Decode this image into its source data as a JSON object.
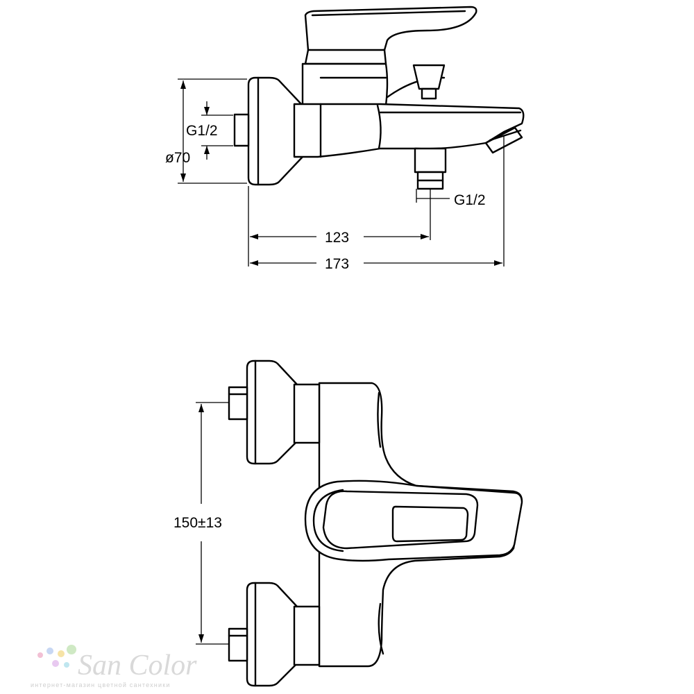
{
  "dimensions": {
    "side_inlet_thread": "G1/2",
    "side_flange_diameter": "ø70",
    "outlet_thread": "G1/2",
    "length_to_outlet": "123",
    "total_length": "173",
    "inlet_spacing": "150±13"
  },
  "watermark": {
    "brand": "San Color",
    "tagline": "интернет-магазин цветной сантехники",
    "dot_colors": [
      "#f2c0d4",
      "#c7d7f3",
      "#f6e3a6",
      "#cfe9c4",
      "#e8c9f0",
      "#bfe6ef"
    ]
  }
}
